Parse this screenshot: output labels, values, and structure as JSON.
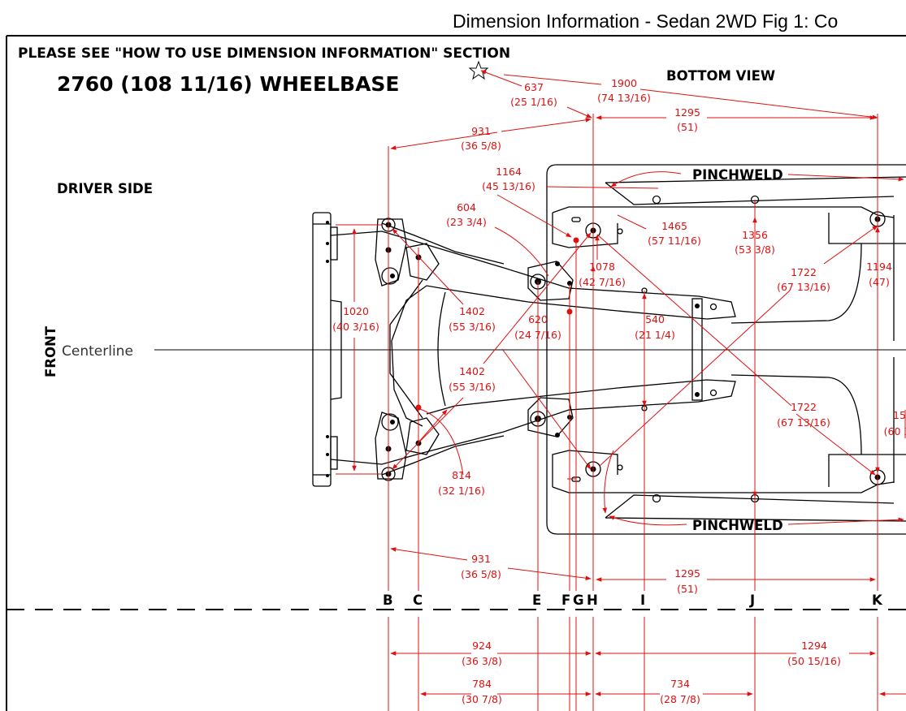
{
  "page_title": "Dimension Information - Sedan 2WD Fig 1:  Co",
  "notice": "PLEASE SEE \"HOW TO USE DIMENSION INFORMATION\" SECTION",
  "wheelbase": "2760 (108 11/16) WHEELBASE",
  "view_label": "BOTTOM VIEW",
  "side_label": "DRIVER SIDE",
  "front_label": "FRONT",
  "centerline_label": "Centerline",
  "pinchweld_labels": [
    "PINCHWELD",
    "PINCHWELD"
  ],
  "reference_points": [
    "B",
    "C",
    "E",
    "F",
    "G",
    "H",
    "I",
    "J",
    "K"
  ],
  "colors": {
    "dimension": "#e01010",
    "linework": "#000000"
  },
  "dimensions": {
    "d637": {
      "mm": "637",
      "in": "(25 1/16)"
    },
    "d1900": {
      "mm": "1900",
      "in": "(74 13/16)"
    },
    "d1295_top": {
      "mm": "1295",
      "in": "(51)"
    },
    "d931_top": {
      "mm": "931",
      "in": "(36 5/8)"
    },
    "d1164": {
      "mm": "1164",
      "in": "(45 13/16)"
    },
    "d604": {
      "mm": "604",
      "in": "(23 3/4)"
    },
    "d1465": {
      "mm": "1465",
      "in": "(57 11/16)"
    },
    "d1356": {
      "mm": "1356",
      "in": "(53 3/8)"
    },
    "d1722_a": {
      "mm": "1722",
      "in": "(67 13/16)"
    },
    "d1194": {
      "mm": "1194",
      "in": "(47)"
    },
    "d1078": {
      "mm": "1078",
      "in": "(42 7/16)"
    },
    "d1020": {
      "mm": "1020",
      "in": "(40 3/16)"
    },
    "d1402_a": {
      "mm": "1402",
      "in": "(55 3/16)"
    },
    "d620": {
      "mm": "620",
      "in": "(24 7/16)"
    },
    "d540": {
      "mm": "540",
      "in": "(21 1/4)"
    },
    "d1402_b": {
      "mm": "1402",
      "in": "(55 3/16)"
    },
    "d1722_b": {
      "mm": "1722",
      "in": "(67 13/16)"
    },
    "d15_partial": {
      "mm": "15",
      "in": "(60 3"
    },
    "d814": {
      "mm": "814",
      "in": "(32 1/16)"
    },
    "d931_bottom": {
      "mm": "931",
      "in": "(36 5/8)"
    },
    "d1295_bottom": {
      "mm": "1295",
      "in": "(51)"
    },
    "d924": {
      "mm": "924",
      "in": "(36 3/8)"
    },
    "d1294": {
      "mm": "1294",
      "in": "(50 15/16)"
    },
    "d784": {
      "mm": "784",
      "in": "(30 7/8)"
    },
    "d734": {
      "mm": "734",
      "in": "(28 7/8)"
    }
  }
}
